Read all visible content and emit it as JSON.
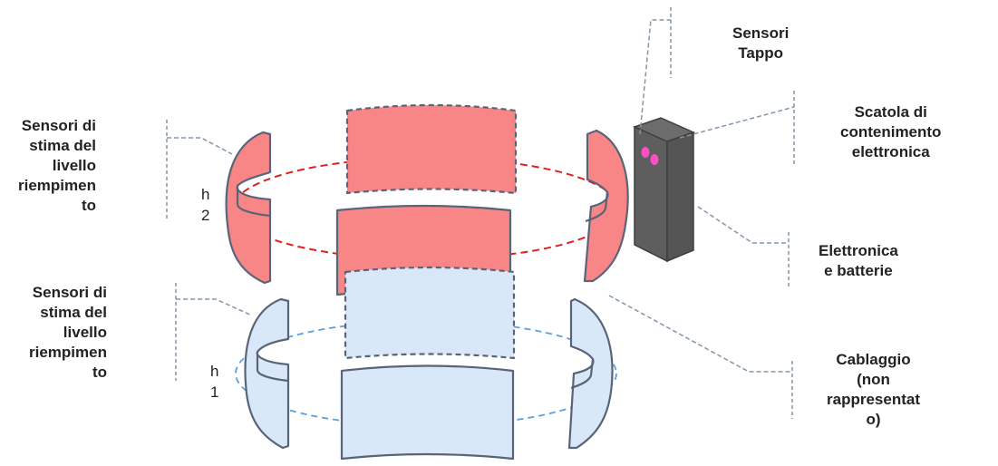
{
  "labels": {
    "sensori_tappo": "Sensori\nTappo",
    "scatola": "Scatola di\ncontenimento\nelettronica",
    "elettronica": "Elettronica\ne batterie",
    "cablaggio": "Cablaggio\n(non\nrappresentat\no)",
    "sensori_h2": "Sensori di\nstima del\nlivello\nriempimen\nto",
    "sensori_h1": "Sensori di\nstima del\nlivello\nriempimen\nto",
    "h2": "h\n2",
    "h1": "h\n1"
  },
  "colors": {
    "upper_fill": "#f88686",
    "upper_ellipse": "#e02020",
    "lower_fill": "#d9e8f8",
    "lower_ellipse": "#5aa0e0",
    "outline": "#5a6478",
    "box_fill": "#5e5e5e",
    "led": "#ff4fc3",
    "leader": "#8496a8"
  },
  "icons": [
    "electronics-box-icon",
    "led-indicator-icon"
  ]
}
